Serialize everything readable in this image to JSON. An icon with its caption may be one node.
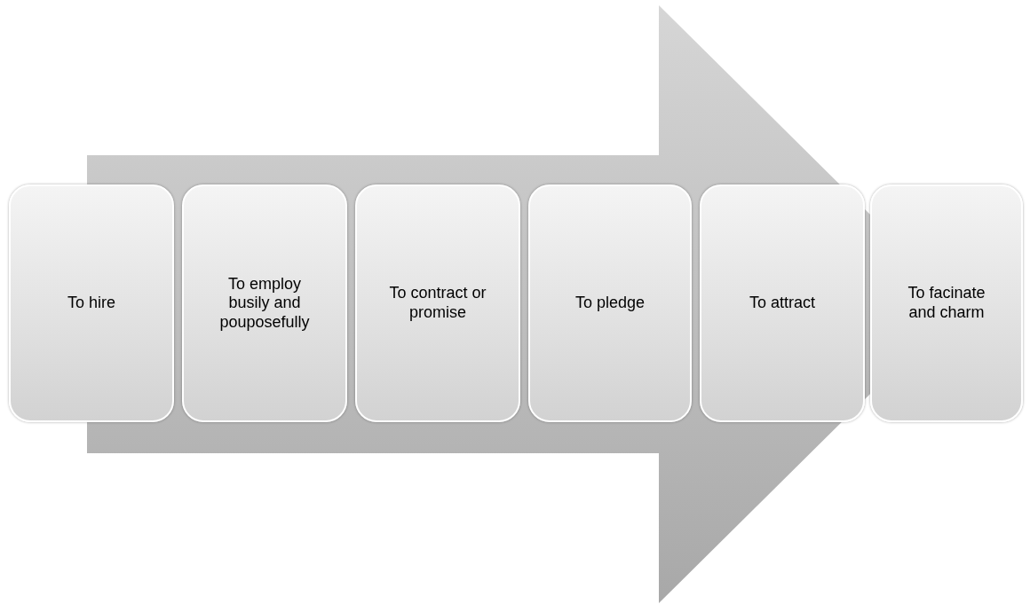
{
  "diagram": {
    "nodes": [
      {
        "text": [
          "To hire"
        ]
      },
      {
        "text": [
          "To employ busily and pouposefully"
        ]
      },
      {
        "text": [
          "To contract or promise"
        ]
      },
      {
        "text": [
          "To pledge"
        ]
      },
      {
        "text": [
          "To attract"
        ]
      },
      {
        "text": [
          "To facinate and charm"
        ]
      }
    ],
    "edges": [
      {
        "from": 0,
        "to": 5,
        "arrow": "to"
      }
    ]
  }
}
